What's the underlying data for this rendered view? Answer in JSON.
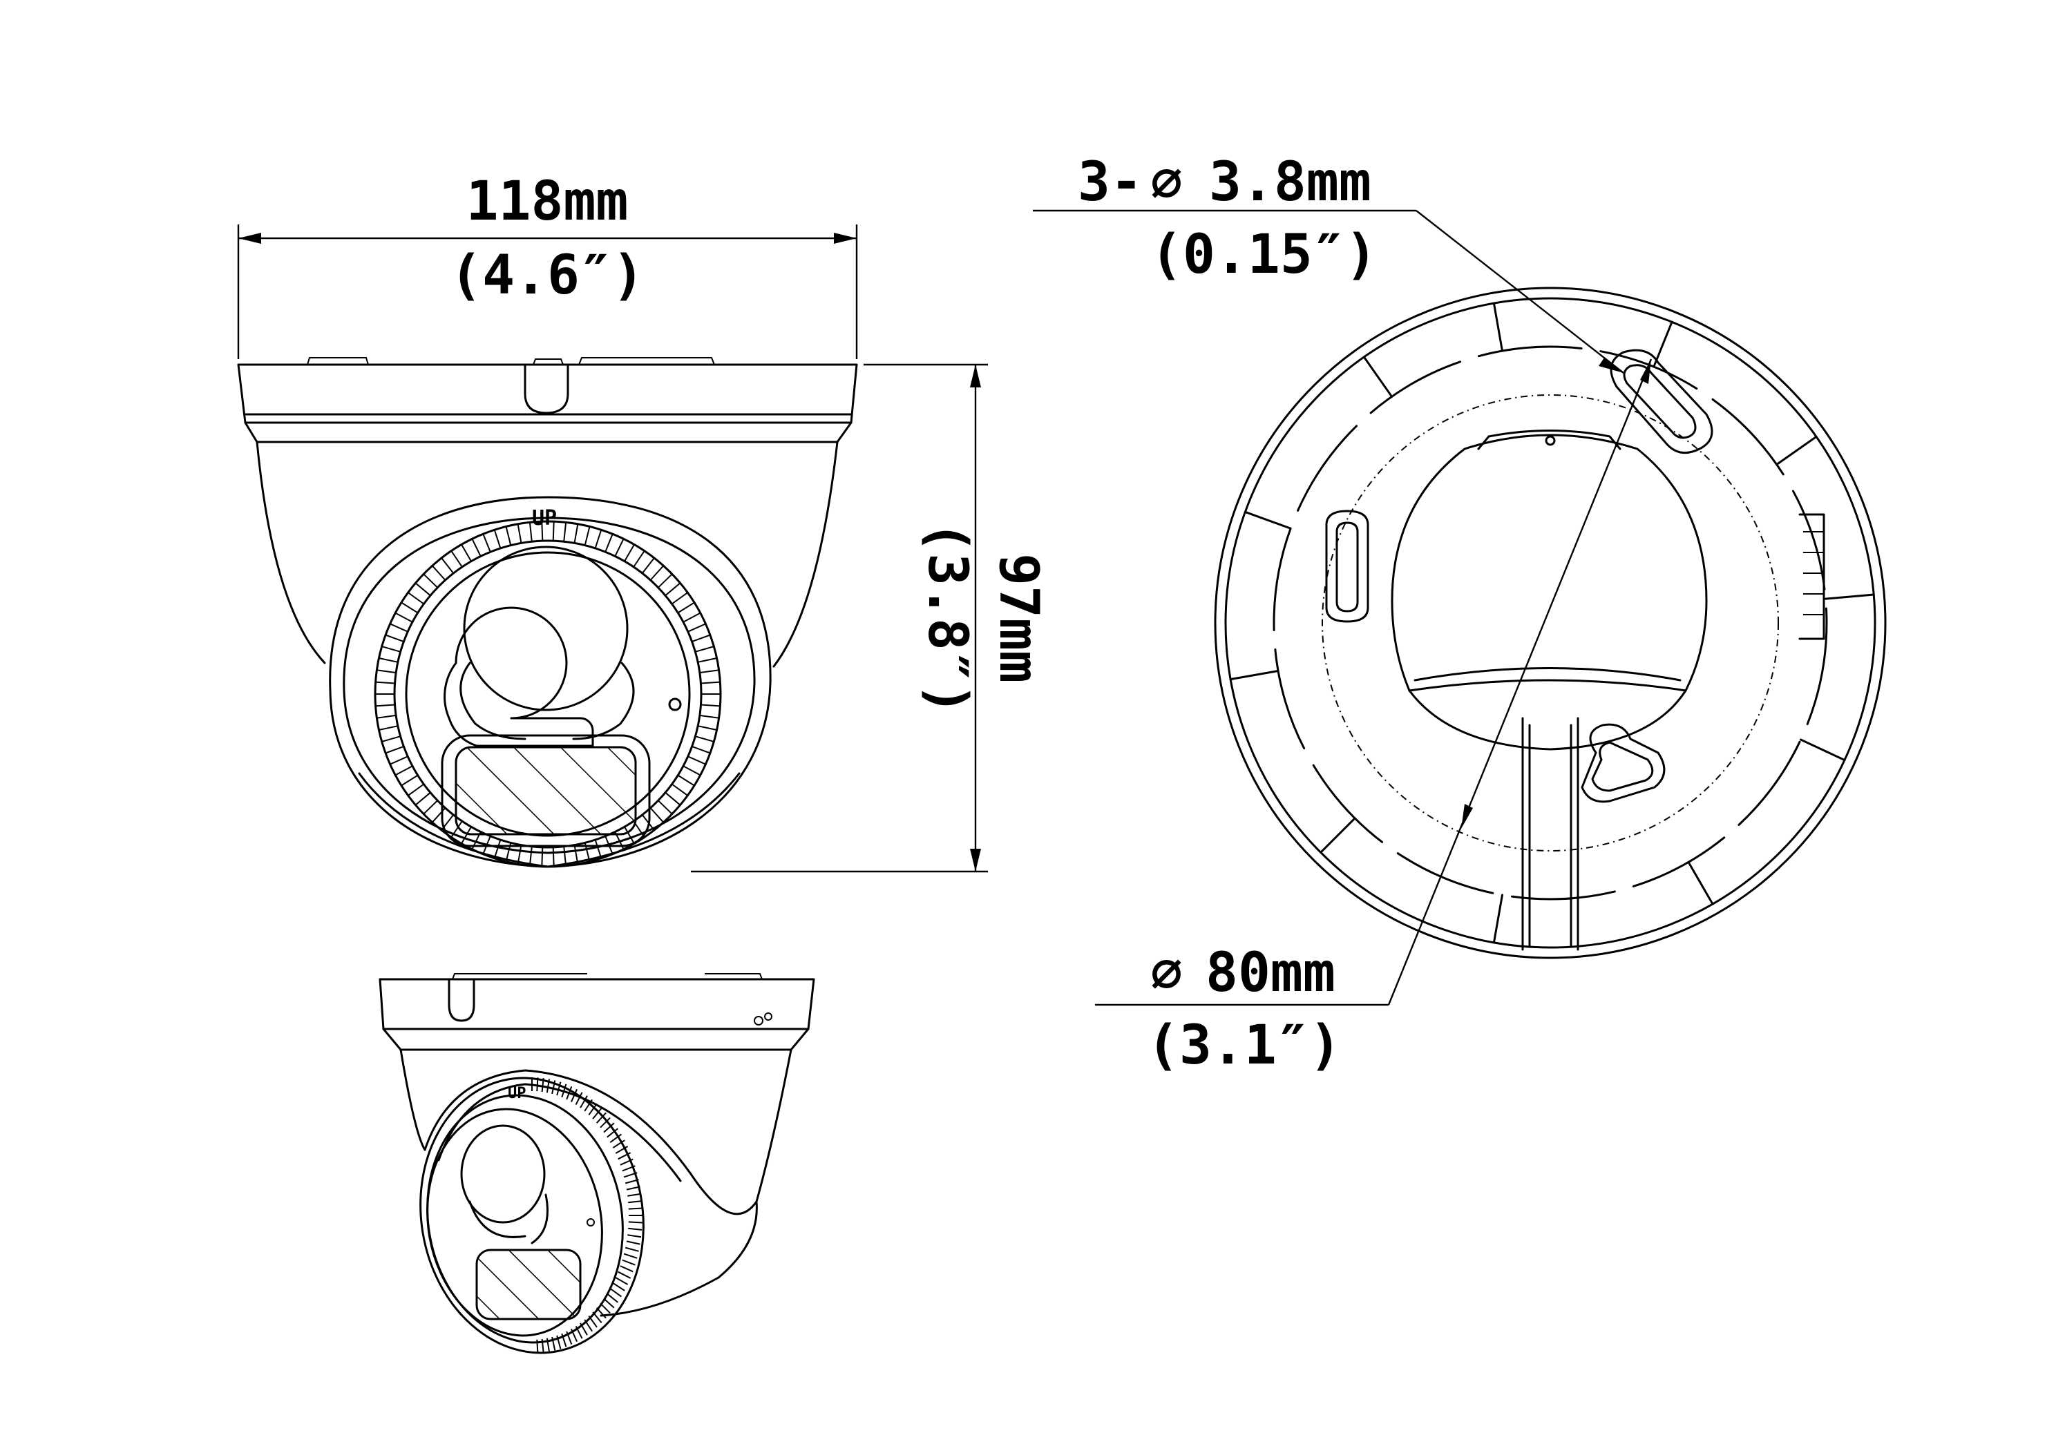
{
  "dimensions": {
    "width_mm": "118mm",
    "width_in": "(4.6″)",
    "height_mm": "97mm",
    "height_in": "(3.8″)",
    "holes_count": "3-",
    "holes_diameter": "3.8mm",
    "holes_diameter_in": "(0.15″)",
    "circle_diameter": "80mm",
    "circle_diameter_in": "(3.1″)",
    "diameter_symbol": "∅"
  },
  "labels": {
    "up_mark": "UP"
  },
  "colors": {
    "line": "#000000",
    "background": "#ffffff"
  }
}
